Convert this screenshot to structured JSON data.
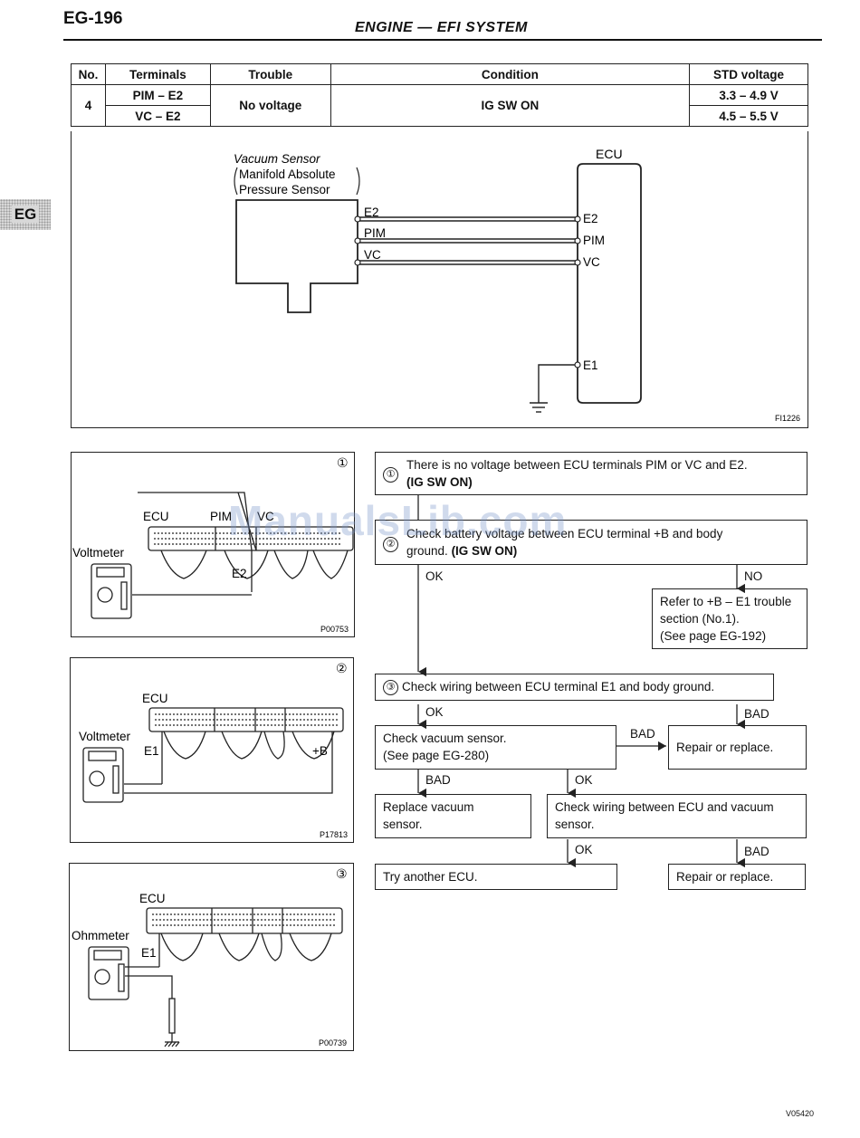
{
  "header": {
    "page_number": "EG-196",
    "section_title": "ENGINE — EFI SYSTEM",
    "side_tab": "EG"
  },
  "table": {
    "headers": [
      "No.",
      "Terminals",
      "Trouble",
      "Condition",
      "STD voltage"
    ],
    "no": "4",
    "terminals": [
      "PIM – E2",
      "VC – E2"
    ],
    "trouble": "No voltage",
    "condition": "IG SW ON",
    "std_voltage": [
      "3.3 – 4.9 V",
      "4.5 – 5.5 V"
    ]
  },
  "circuit": {
    "sensor_title": "Vacuum Sensor",
    "sensor_subtitle_1": "Manifold Absolute",
    "sensor_subtitle_2": "Pressure Sensor",
    "ecu_label": "ECU",
    "sensor_terminals": [
      "E2",
      "PIM",
      "VC"
    ],
    "ecu_terminals": [
      "E2",
      "PIM",
      "VC",
      "E1"
    ],
    "figure_code": "FI1226"
  },
  "figures": [
    {
      "number": "①",
      "ecu": "ECU",
      "meter": "Voltmeter",
      "probe_labels": [
        "PIM",
        "VC",
        "E2"
      ],
      "code": "P00753"
    },
    {
      "number": "②",
      "ecu": "ECU",
      "meter": "Voltmeter",
      "probe_labels": [
        "E1",
        "+B"
      ],
      "code": "P17813"
    },
    {
      "number": "③",
      "ecu": "ECU",
      "meter": "Ohmmeter",
      "probe_labels": [
        "E1"
      ],
      "code": "P00739"
    }
  ],
  "flowchart": {
    "step1_num": "①",
    "step1_text": "There is no voltage between ECU terminals PIM or VC and E2.",
    "step1_bold": "(IG SW ON)",
    "step2_num": "②",
    "step2_text": "Check battery voltage between ECU terminal +B and body",
    "step2_text2": "ground.",
    "step2_bold": "(IG SW ON)",
    "ok": "OK",
    "no": "NO",
    "bad": "BAD",
    "refer_text": [
      "Refer to +B – E1 trouble",
      "section (No.1).",
      "(See page EG-192)"
    ],
    "step3_num": "③",
    "step3_text": "Check wiring between ECU terminal E1 and body ground.",
    "check_vacuum": [
      "Check vacuum sensor.",
      "(See page EG-280)"
    ],
    "repair1": "Repair or replace.",
    "replace_vacuum": [
      "Replace vacuum",
      "sensor."
    ],
    "check_wiring": [
      "Check wiring between ECU and vacuum",
      "sensor."
    ],
    "try_ecu": "Try another ECU.",
    "repair2": "Repair or replace."
  },
  "watermark": "ManualsLib.com",
  "footer_code": "V05420"
}
